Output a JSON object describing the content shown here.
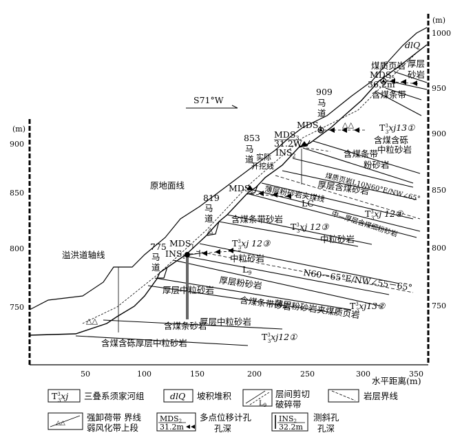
{
  "axes": {
    "left_unit": "(m)",
    "right_unit": "(m)",
    "x_label": "水平距离(m)",
    "left_ticks": [
      "900",
      "850",
      "800",
      "750"
    ],
    "right_ticks": [
      "1000",
      "950",
      "900",
      "850",
      "800",
      "750"
    ],
    "x_ticks": [
      "50",
      "100",
      "150",
      "200",
      "250",
      "300",
      "350"
    ]
  },
  "direction": "S71°W",
  "roads": [
    {
      "elev": "909",
      "name": "马道"
    },
    {
      "elev": "853",
      "name": "马道"
    },
    {
      "elev": "819",
      "name": "马道"
    },
    {
      "elev": "775",
      "name": "马道"
    }
  ],
  "instruments": {
    "mds5": {
      "name": "MDS",
      "sub": "5",
      "depth": "36.2m"
    },
    "mds4": {
      "name": "MDS",
      "sub": "4"
    },
    "mds3": {
      "name": "MDS",
      "sub": "3",
      "depth": "31.2W"
    },
    "ins2": {
      "name": "INS",
      "sub": "2"
    },
    "mds2": {
      "name": "MDS",
      "sub": "2"
    },
    "mds1": {
      "name": "MDS",
      "sub": "1"
    },
    "ins1": {
      "name": "INS",
      "sub": "1"
    }
  },
  "labels": {
    "dlq_top": "dlQ",
    "coal_shale": "煤质页岩",
    "thick_sandstone": "厚层\n砂岩",
    "coal_band_1": "含煤条带",
    "txj13_1": "xj13①",
    "coal_gravel_mid": "含煤含砾\n中粒砂岩",
    "coal_band_2": "含煤条带",
    "siltstone_1": "粉砂岩",
    "actual_excavation": "实际\n开挖线",
    "original_ground": "原地面线",
    "shale_seam": "煤质页岩L10N60°E/NW∠65°",
    "thick_coal_sandstone": "厚层含煤砂岩",
    "thin_silt_seam": "薄层粉砂岩夹煤线",
    "lc": "LC",
    "txj12_4": "xj 12④",
    "mid_thick_fine": "中—厚层含煤细粉砂岩",
    "coal_band_3": "含煤条带砂岩",
    "txj12_3a": "xj 12③",
    "mid_sandstone_1": "中粒砂岩",
    "txj12_3b": "xj 12③",
    "mid_sandstone_2": "中粒砂岩",
    "spillway_axis": "溢洪道轴线",
    "l9": "L",
    "l9_sub": "9",
    "l9_attitude": "N60－65°E/NW∠55－65°",
    "thick_siltstone": "厚层粉砂岩",
    "thick_mid_1": "厚层中粒砂岩",
    "coal_band_4": "含煤条带砂岩",
    "txj13_2": "xj13②",
    "thin_silt_shale": "薄层粉砂岩夹煤质页岩",
    "thick_mid_2": "厚层中粒砂岩",
    "coal_band_5": "含煤条砂岩",
    "txj12_1": "xj12①",
    "coal_gravel_thick": "含煤含砾厚层中粒砂岩"
  },
  "legend": {
    "formation_symbol": "xj",
    "formation_text": "三叠系须家河组",
    "colluvium_symbol": "dlQ",
    "colluvium_text": "坡积堆积",
    "shear_text_1": "层间剪切",
    "shear_text_2": "破碎带",
    "shear_symbol": "L",
    "shear_symbol_sub": "9",
    "boundary_text": "岩层界线",
    "unload_text_1": "强卸荷带 界线",
    "unload_text_2": "弱风化带上段",
    "mds_symbol": "MDS",
    "mds_symbol_sub": "2",
    "mds_symbol_depth": "31.2m",
    "mds_text_1": "多点位移计孔",
    "mds_text_2": "孔深",
    "ins_symbol": "INS",
    "ins_symbol_sub": "2",
    "ins_symbol_depth": "32.2m",
    "ins_text_1": "测斜孔",
    "ins_text_2": "孔深"
  }
}
